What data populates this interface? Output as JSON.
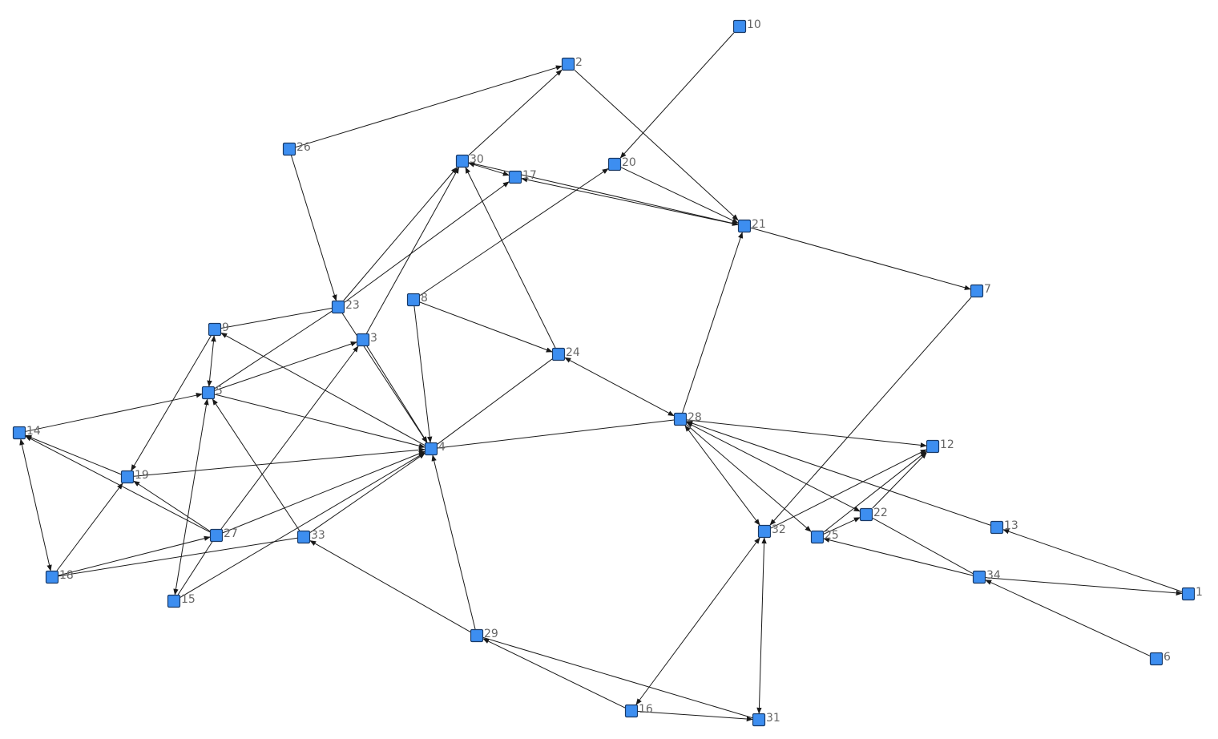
{
  "graph": {
    "colors": {
      "node_fill": "#3d8ef0",
      "node_stroke": "#1a3a66",
      "edge": "#1a1a1a",
      "label": "#666666"
    },
    "nodes": [
      {
        "id": "1",
        "label": "1"
      },
      {
        "id": "2",
        "label": "2"
      },
      {
        "id": "3",
        "label": "3"
      },
      {
        "id": "4",
        "label": "4"
      },
      {
        "id": "5",
        "label": "5"
      },
      {
        "id": "6",
        "label": "6"
      },
      {
        "id": "7",
        "label": "7"
      },
      {
        "id": "8",
        "label": "8"
      },
      {
        "id": "9",
        "label": "9"
      },
      {
        "id": "10",
        "label": "10"
      },
      {
        "id": "12",
        "label": "12"
      },
      {
        "id": "13",
        "label": "13"
      },
      {
        "id": "14",
        "label": "14"
      },
      {
        "id": "15",
        "label": "15"
      },
      {
        "id": "16",
        "label": "16"
      },
      {
        "id": "17",
        "label": "17"
      },
      {
        "id": "18",
        "label": "18"
      },
      {
        "id": "19",
        "label": "19"
      },
      {
        "id": "20",
        "label": "20"
      },
      {
        "id": "21",
        "label": "21"
      },
      {
        "id": "22",
        "label": "22"
      },
      {
        "id": "23",
        "label": "23"
      },
      {
        "id": "24",
        "label": "24"
      },
      {
        "id": "25",
        "label": "25"
      },
      {
        "id": "26",
        "label": "26"
      },
      {
        "id": "27",
        "label": "27"
      },
      {
        "id": "28",
        "label": "28"
      },
      {
        "id": "29",
        "label": "29"
      },
      {
        "id": "30",
        "label": "30"
      },
      {
        "id": "31",
        "label": "31"
      },
      {
        "id": "32",
        "label": "32"
      },
      {
        "id": "33",
        "label": "33"
      },
      {
        "id": "34",
        "label": "34"
      }
    ],
    "edges": [
      {
        "from": "30",
        "to": "2",
        "dir": "end"
      },
      {
        "from": "26",
        "to": "2",
        "dir": "end"
      },
      {
        "from": "2",
        "to": "21",
        "dir": "end"
      },
      {
        "from": "10",
        "to": "20",
        "dir": "end"
      },
      {
        "from": "20",
        "to": "21",
        "dir": "end"
      },
      {
        "from": "30",
        "to": "17",
        "dir": "both"
      },
      {
        "from": "17",
        "to": "21",
        "dir": "both"
      },
      {
        "from": "30",
        "to": "21",
        "dir": "end"
      },
      {
        "from": "21",
        "to": "7",
        "dir": "end"
      },
      {
        "from": "26",
        "to": "23",
        "dir": "end"
      },
      {
        "from": "23",
        "to": "30",
        "dir": "end"
      },
      {
        "from": "23",
        "to": "17",
        "dir": "end"
      },
      {
        "from": "8",
        "to": "20",
        "dir": "end"
      },
      {
        "from": "8",
        "to": "24",
        "dir": "end"
      },
      {
        "from": "8",
        "to": "4",
        "dir": "end"
      },
      {
        "from": "23",
        "to": "9",
        "dir": "none"
      },
      {
        "from": "23",
        "to": "5",
        "dir": "none"
      },
      {
        "from": "23",
        "to": "4",
        "dir": "end"
      },
      {
        "from": "3",
        "to": "30",
        "dir": "end"
      },
      {
        "from": "3",
        "to": "4",
        "dir": "end"
      },
      {
        "from": "5",
        "to": "3",
        "dir": "end"
      },
      {
        "from": "24",
        "to": "30",
        "dir": "end"
      },
      {
        "from": "24",
        "to": "4",
        "dir": "none"
      },
      {
        "from": "24",
        "to": "28",
        "dir": "both"
      },
      {
        "from": "9",
        "to": "5",
        "dir": "both"
      },
      {
        "from": "4",
        "to": "9",
        "dir": "end"
      },
      {
        "from": "9",
        "to": "19",
        "dir": "end"
      },
      {
        "from": "14",
        "to": "5",
        "dir": "end"
      },
      {
        "from": "5",
        "to": "4",
        "dir": "end"
      },
      {
        "from": "5",
        "to": "15",
        "dir": "both"
      },
      {
        "from": "33",
        "to": "5",
        "dir": "end"
      },
      {
        "from": "14",
        "to": "18",
        "dir": "both"
      },
      {
        "from": "19",
        "to": "14",
        "dir": "end"
      },
      {
        "from": "27",
        "to": "14",
        "dir": "end"
      },
      {
        "from": "19",
        "to": "4",
        "dir": "end"
      },
      {
        "from": "27",
        "to": "19",
        "dir": "end"
      },
      {
        "from": "18",
        "to": "19",
        "dir": "end"
      },
      {
        "from": "18",
        "to": "27",
        "dir": "end"
      },
      {
        "from": "18",
        "to": "33",
        "dir": "none"
      },
      {
        "from": "27",
        "to": "3",
        "dir": "end"
      },
      {
        "from": "27",
        "to": "4",
        "dir": "end"
      },
      {
        "from": "27",
        "to": "15",
        "dir": "none"
      },
      {
        "from": "15",
        "to": "4",
        "dir": "end"
      },
      {
        "from": "33",
        "to": "4",
        "dir": "end"
      },
      {
        "from": "29",
        "to": "4",
        "dir": "end"
      },
      {
        "from": "29",
        "to": "33",
        "dir": "end"
      },
      {
        "from": "28",
        "to": "4",
        "dir": "none"
      },
      {
        "from": "28",
        "to": "21",
        "dir": "end"
      },
      {
        "from": "28",
        "to": "12",
        "dir": "end"
      },
      {
        "from": "28",
        "to": "32",
        "dir": "both"
      },
      {
        "from": "28",
        "to": "22",
        "dir": "both"
      },
      {
        "from": "28",
        "to": "25",
        "dir": "end"
      },
      {
        "from": "13",
        "to": "28",
        "dir": "end"
      },
      {
        "from": "7",
        "to": "32",
        "dir": "end"
      },
      {
        "from": "32",
        "to": "12",
        "dir": "end"
      },
      {
        "from": "25",
        "to": "12",
        "dir": "end"
      },
      {
        "from": "25",
        "to": "22",
        "dir": "end"
      },
      {
        "from": "22",
        "to": "12",
        "dir": "end"
      },
      {
        "from": "34",
        "to": "22",
        "dir": "none"
      },
      {
        "from": "34",
        "to": "25",
        "dir": "end"
      },
      {
        "from": "34",
        "to": "1",
        "dir": "end"
      },
      {
        "from": "1",
        "to": "13",
        "dir": "end"
      },
      {
        "from": "6",
        "to": "34",
        "dir": "end"
      },
      {
        "from": "16",
        "to": "32",
        "dir": "both"
      },
      {
        "from": "31",
        "to": "32",
        "dir": "both"
      },
      {
        "from": "16",
        "to": "31",
        "dir": "end"
      },
      {
        "from": "16",
        "to": "29",
        "dir": "end"
      },
      {
        "from": "29",
        "to": "31",
        "dir": "none"
      }
    ]
  }
}
